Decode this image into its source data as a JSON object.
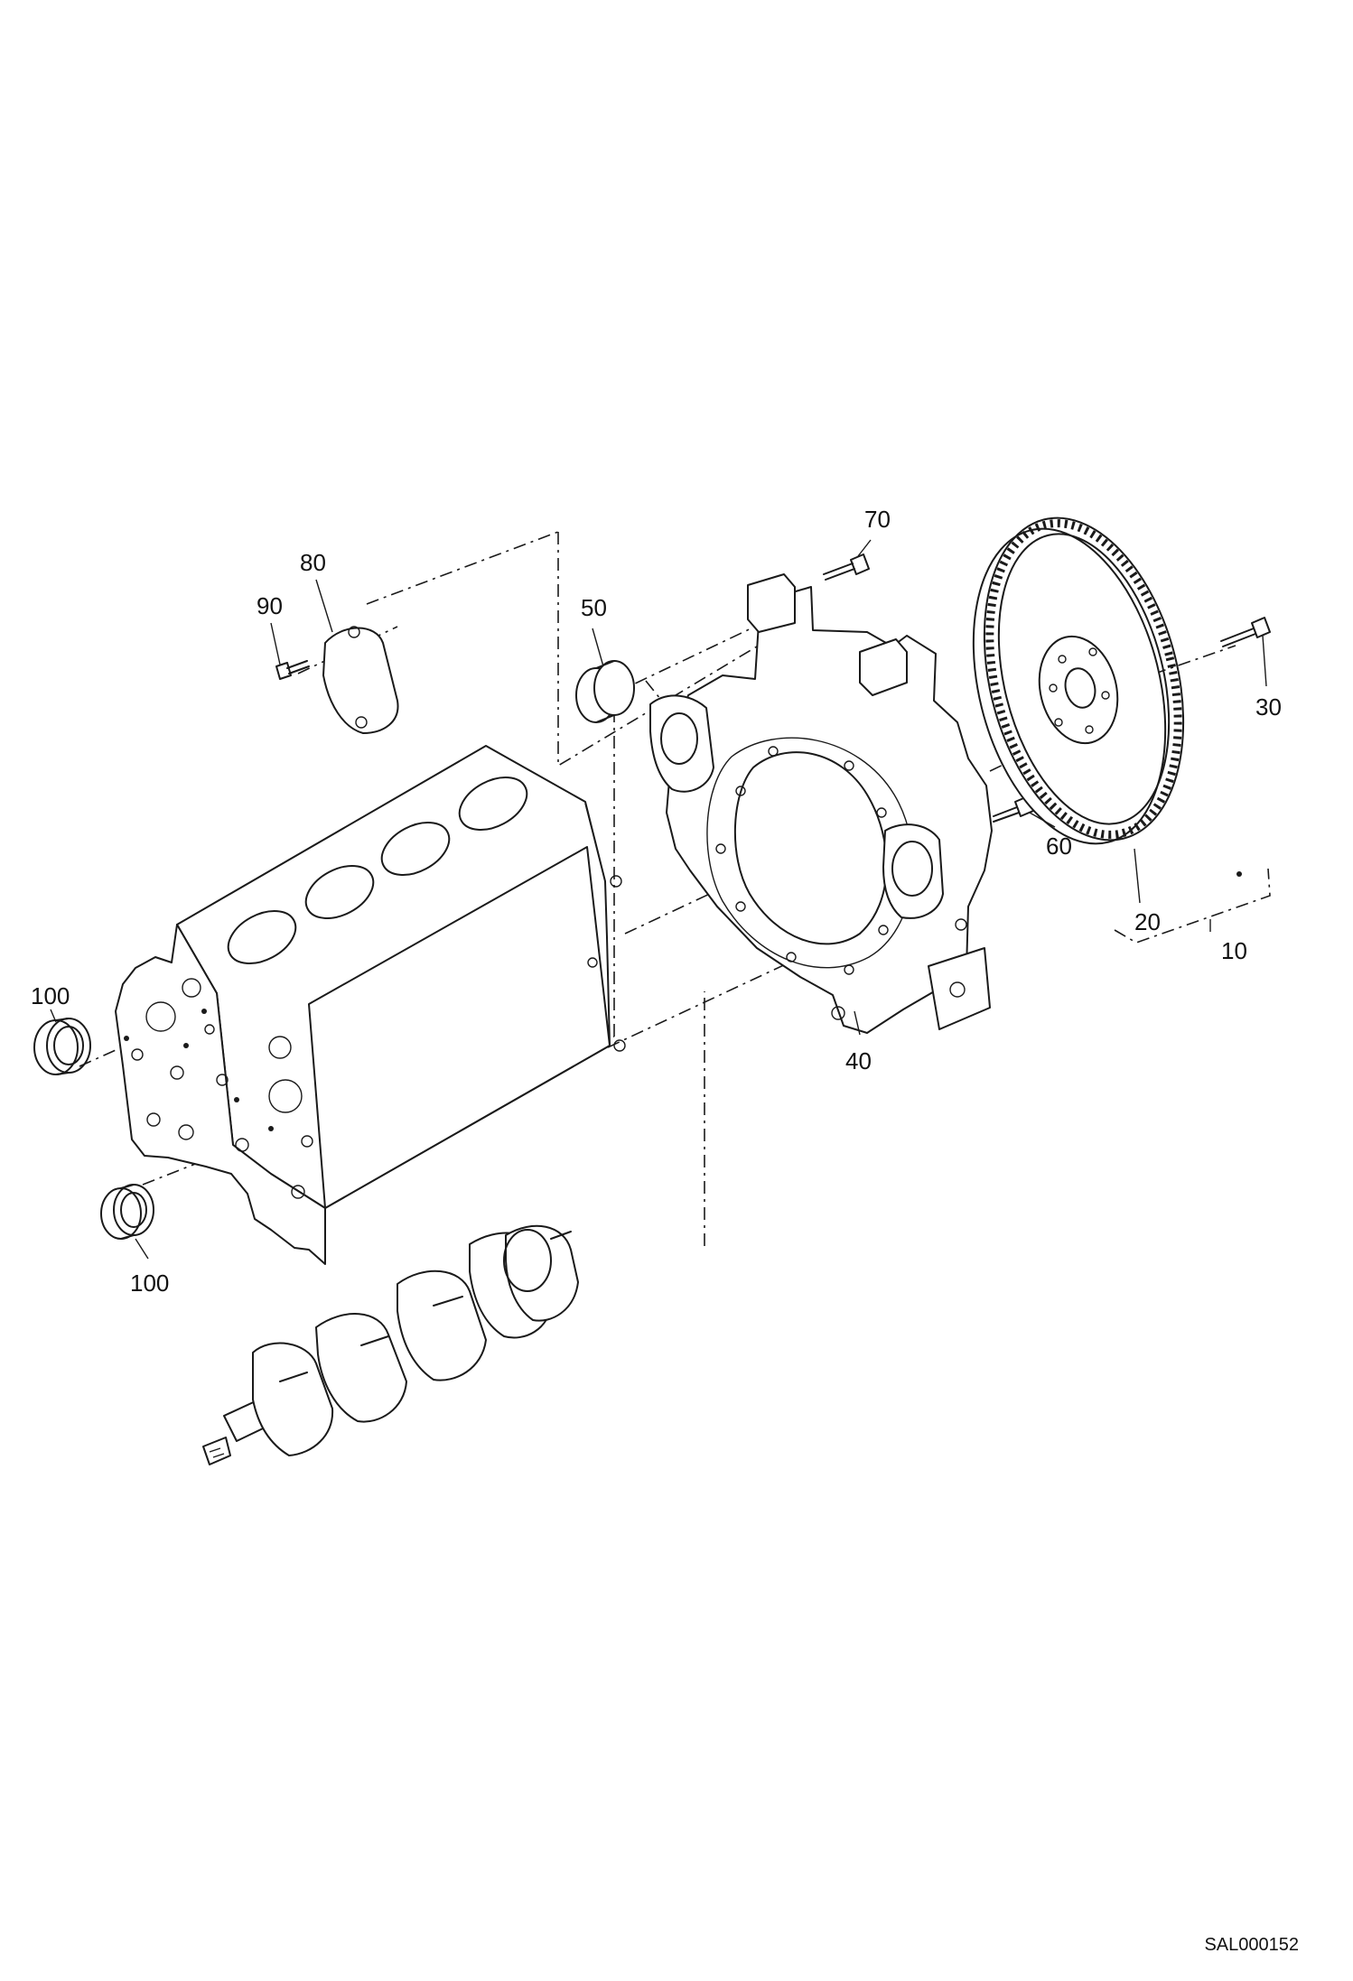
{
  "callouts": {
    "c10": "10",
    "c20": "20",
    "c30": "30",
    "c40": "40",
    "c50": "50",
    "c60": "60",
    "c70": "70",
    "c80": "80",
    "c90": "90",
    "c100a": "100",
    "c100b": "100"
  },
  "reference_code": "SAL000152"
}
